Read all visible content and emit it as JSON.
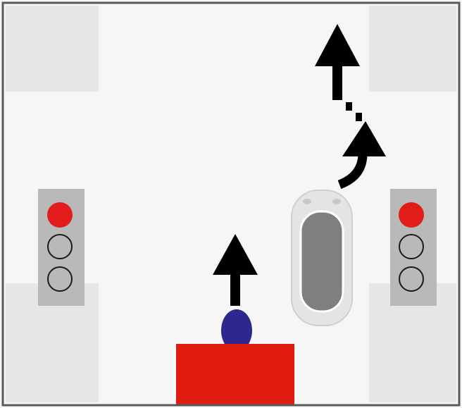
{
  "scene": {
    "description_elements": [
      "intersection",
      "traffic-lights",
      "car",
      "player-block",
      "arrows"
    ],
    "colors": {
      "frame": "#5a5a5a",
      "road": "#f6f6f6",
      "block": "#e6e6e6",
      "light_housing": "#b9b9b9",
      "red_light": "#e21b1b",
      "off_light": "#b9b9b9",
      "car_body": "#e2e2e2",
      "car_window": "#7f7f7f",
      "player": "#e11d12",
      "player_head": "#2e2790",
      "arrow": "#000000"
    }
  },
  "traffic_lights": [
    {
      "side": "left",
      "active": "red"
    },
    {
      "side": "right",
      "active": "red"
    }
  ]
}
